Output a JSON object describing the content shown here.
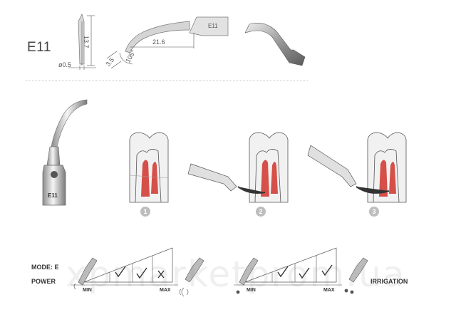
{
  "tip": {
    "model": "E11",
    "engraving": "E11",
    "dimensions": {
      "height": "13.7",
      "diameter": "ø0.5",
      "length": "21.6",
      "tip_length": "3.5",
      "angle": "105°"
    }
  },
  "steps": [
    "1",
    "2",
    "3"
  ],
  "settings": {
    "mode": "MODE: E",
    "power": "POWER",
    "min": "MIN",
    "max": "MAX",
    "irrigation": "IRRIGATION",
    "power_marks": [
      "check",
      "check",
      "cross"
    ],
    "irrigation_marks": [
      "check",
      "check",
      "check"
    ]
  },
  "watermark": "xpmarketprom.ua"
}
